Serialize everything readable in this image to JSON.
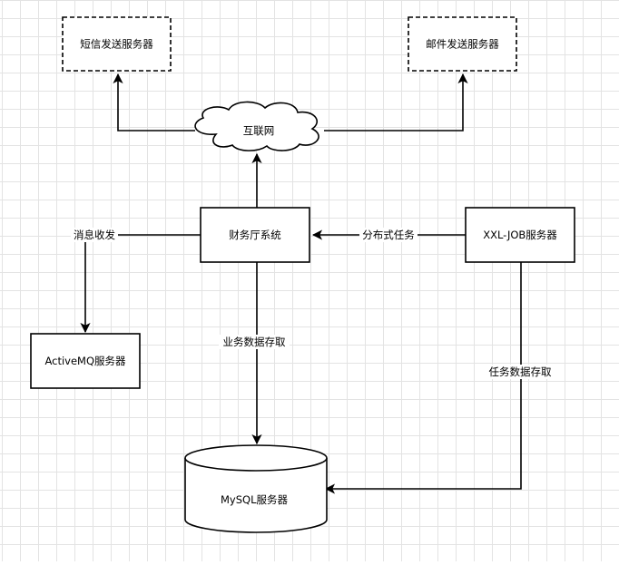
{
  "nodes": {
    "sms_server": "短信发送服务器",
    "mail_server": "邮件发送服务器",
    "internet": "互联网",
    "finance_system": "财务厅系统",
    "xxl_job_server": "XXL-JOB服务器",
    "activemq_server": "ActiveMQ服务器",
    "mysql_server": "MySQL服务器"
  },
  "edges": {
    "message_send_receive": "消息收发",
    "distributed_task": "分布式任务",
    "business_data_access": "业务数据存取",
    "task_data_access": "任务数据存取"
  },
  "colors": {
    "stroke": "#000000",
    "background": "#ffffff",
    "grid": "#e3e3e3"
  }
}
